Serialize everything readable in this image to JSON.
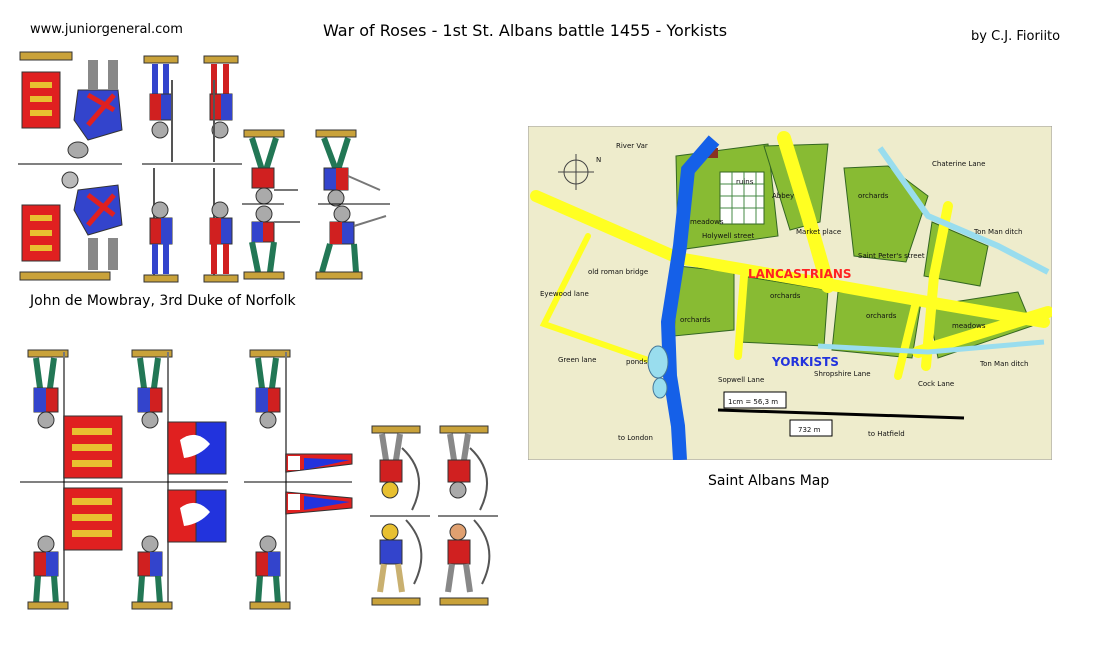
{
  "header": {
    "site": "www.juniorgeneral.com",
    "title": "War of Roses - 1st St. Albans battle 1455 - Yorkists",
    "author": "by C.J. Fioriito"
  },
  "captions": {
    "figures": "John de Mowbray, 3rd Duke of Norfolk",
    "map": "Saint Albans Map"
  },
  "map": {
    "labels": {
      "river_var": "River Var",
      "north": "N",
      "ruins": "ruins",
      "abbey": "Abbey",
      "meadows": "meadows",
      "holywell": "Holywell street",
      "market": "Market place",
      "orchards": "orchards",
      "chaterine": "Chaterine Lane",
      "ton_man_ditch": "Ton Man ditch",
      "saint_peter": "Saint Peter's street",
      "roman_bridge": "old roman bridge",
      "eywood": "Eyewood lane",
      "lancastrians": "LANCASTRIANS",
      "yorkists": "YORKISTS",
      "green_lane": "Green lane",
      "ponds": "ponds",
      "sopwell": "Sopwell Lane",
      "shropshire": "Shropshire Lane",
      "cock": "Cock Lane",
      "scale": "1cm = 56,3 m",
      "distance": "732 m",
      "to_london": "to London",
      "to_hatfield": "to Hatfield"
    },
    "colors": {
      "background": "#eeeccc",
      "river": "#1560e8",
      "roads": "#ffff22",
      "fields": "#88bb33",
      "lancastrians": "#ff2222",
      "yorkists": "#2233dd"
    }
  }
}
